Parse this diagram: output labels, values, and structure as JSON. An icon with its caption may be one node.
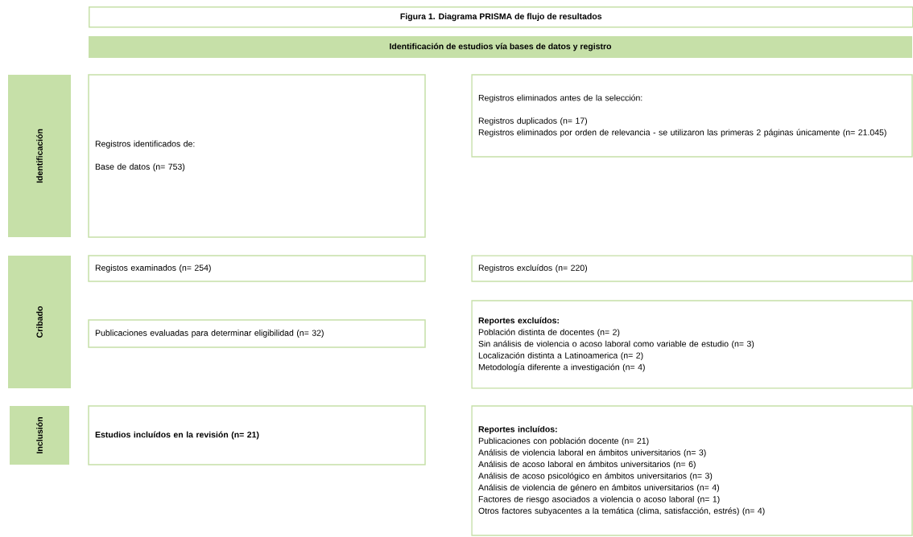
{
  "diagram": {
    "title": "Figura 1. Diagrama PRISMA de flujo de resultados",
    "nodes": [
      {
        "text": [
          "Identificación de estudios vía bases de datos y registro"
        ]
      },
      {
        "text": [
          "Identificación"
        ]
      },
      {
        "text": [
          "Registros identificados de:",
          "Base de datos (n= 753)"
        ]
      },
      {
        "text": [
          "Registros eliminados antes de la selección:",
          "Registros duplicados (n= 17)",
          "Registros eliminados por orden de relevancia - se utilizaron las primeras 2 páginas únicamente (n= 21.045)"
        ]
      },
      {
        "text": [
          "Cribado"
        ]
      },
      {
        "text": [
          "Registos examinados (n= 254)"
        ]
      },
      {
        "text": [
          "Registros excluídos (n= 220)"
        ]
      },
      {
        "text": [
          "Publicaciones evaluadas para determinar eligibilidad (n= 32)"
        ]
      },
      {
        "text": [
          "Reportes excluídos:",
          "Población distinta de docentes (n= 2)",
          "Sin análisis de violencia o acoso laboral como variable de estudio (n= 3)",
          "Localización distinta a Latinoamerica (n= 2)",
          "Metodología diferente a investigación (n= 4)"
        ]
      },
      {
        "text": [
          "Inclusión"
        ]
      },
      {
        "text": [
          "Estudios incluídos en la revisión (n= 21)"
        ]
      },
      {
        "text": [
          "Reportes incluídos:",
          "Publicaciones con población docente (n= 21)",
          "Análisis de violencia laboral en ámbitos universitarios (n= 3)",
          "Análisis de acoso laboral en ámbitos universitarios (n= 6)",
          "Análisis de acoso psicológico en ámbitos universitarios (n= 3)",
          "Análisis de violencia de género en ámbitos universitarios (n= 4)",
          "Factores de riesgo asociados a violencia o acoso laboral (n= 1)",
          "Otros factores subyacentes a la temática (clima, satisfacción, estrés) (n= 4)"
        ]
      }
    ],
    "edges": []
  }
}
